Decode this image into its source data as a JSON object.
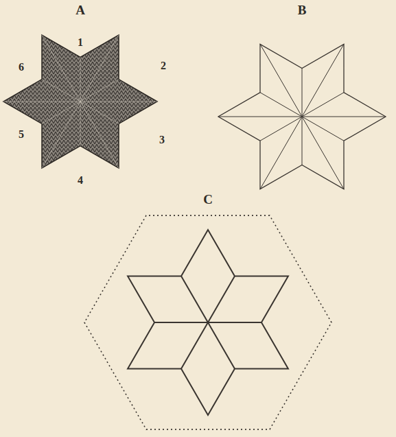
{
  "diagram": {
    "labels": [
      "A",
      "B",
      "1",
      "2",
      "3",
      "4",
      "5",
      "6",
      "C"
    ]
  }
}
